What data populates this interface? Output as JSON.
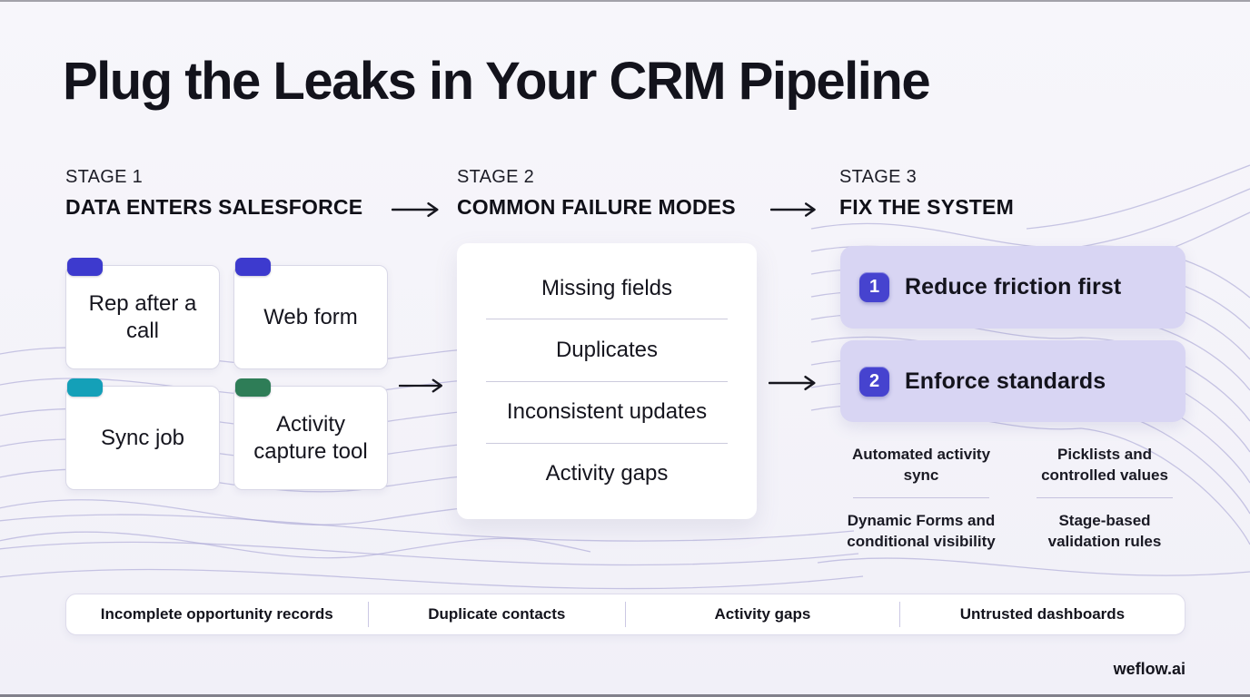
{
  "page": {
    "title": "Plug the Leaks in Your CRM Pipeline",
    "brand": "weflow.ai"
  },
  "colors": {
    "background": "#f4f3f9",
    "text_dark": "#15151e",
    "indigo_tab": "#3d3ace",
    "teal_tab": "#14a0b8",
    "green_tab": "#2e7d57",
    "lavender_card": "#d8d5f3",
    "badge_indigo": "#4643cf",
    "wave_line": "#a7a3d3"
  },
  "icons": {
    "flow_arrow": "→"
  },
  "stage_headers": [
    {
      "label": "STAGE 1",
      "title": "DATA ENTERS SALESFORCE"
    },
    {
      "label": "STAGE 2",
      "title": "COMMON FAILURE MODES"
    },
    {
      "label": "STAGE 3",
      "title": "FIX THE SYSTEM"
    }
  ],
  "stage1": {
    "cards": [
      {
        "label": "Rep after a call",
        "tab_color": "#3d3ace"
      },
      {
        "label": "Web form",
        "tab_color": "#3d3ace"
      },
      {
        "label": "Sync job",
        "tab_color": "#14a0b8"
      },
      {
        "label": "Activity capture tool",
        "tab_color": "#2e7d57"
      }
    ]
  },
  "stage2": {
    "failure_modes": [
      "Missing fields",
      "Duplicates",
      "Inconsistent updates",
      "Activity gaps"
    ]
  },
  "stage3": {
    "actions": [
      {
        "number": "1",
        "label": "Reduce friction first"
      },
      {
        "number": "2",
        "label": "Enforce standards"
      }
    ],
    "tactics": [
      "Automated activity sync",
      "Picklists and controlled values",
      "Dynamic Forms and conditional visibility",
      "Stage-based validation rules"
    ]
  },
  "bottom_bar": {
    "items": [
      "Incomplete opportunity records",
      "Duplicate contacts",
      "Activity gaps",
      "Untrusted dashboards"
    ]
  }
}
